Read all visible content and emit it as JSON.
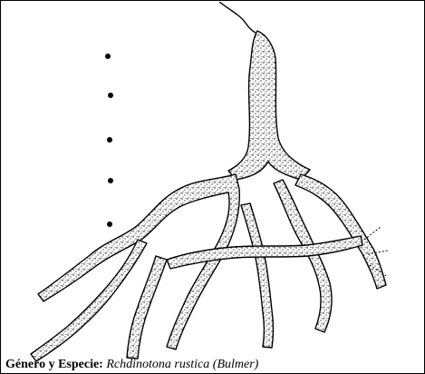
{
  "caption": {
    "label": "Género y Especie:",
    "species_name": "Rchdinotona rustica (Bulmer)"
  },
  "colors": {
    "ink": "#000000",
    "paper": "#ffffff"
  },
  "markers": {
    "count": 5,
    "shape": "dot"
  }
}
